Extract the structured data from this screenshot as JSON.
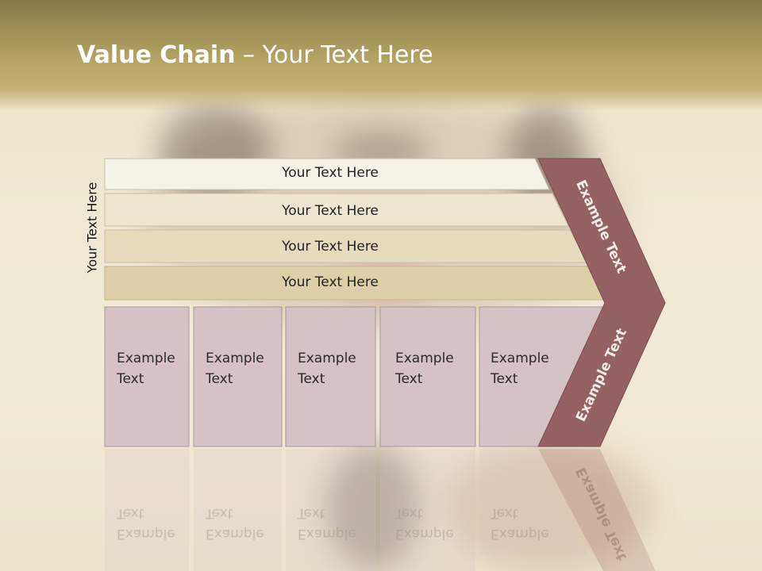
{
  "title": {
    "bold": "Value Chain",
    "rest": " – Your Text Here"
  },
  "side_label": "Your Text Here",
  "rows": [
    {
      "label": "Your Text Here"
    },
    {
      "label": "Your Text Here"
    },
    {
      "label": "Your Text Here"
    },
    {
      "label": "Your Text Here"
    }
  ],
  "columns": [
    {
      "line1": "Example",
      "line2": "Text"
    },
    {
      "line1": "Example",
      "line2": "Text"
    },
    {
      "line1": "Example",
      "line2": "Text"
    },
    {
      "line1": "Example",
      "line2": "Text"
    },
    {
      "line1": "Example",
      "line2": "Text"
    }
  ],
  "arrow": {
    "top_label": "Example Text",
    "bottom_label": "Example Text"
  },
  "colors": {
    "row_fills": [
      "#f5f2e8",
      "#eee6d2",
      "#e6dbbd",
      "#ddd0a7"
    ],
    "column_fill": "#d5c2c5",
    "arrow_fill": "#946262",
    "header": "#b4a565"
  }
}
